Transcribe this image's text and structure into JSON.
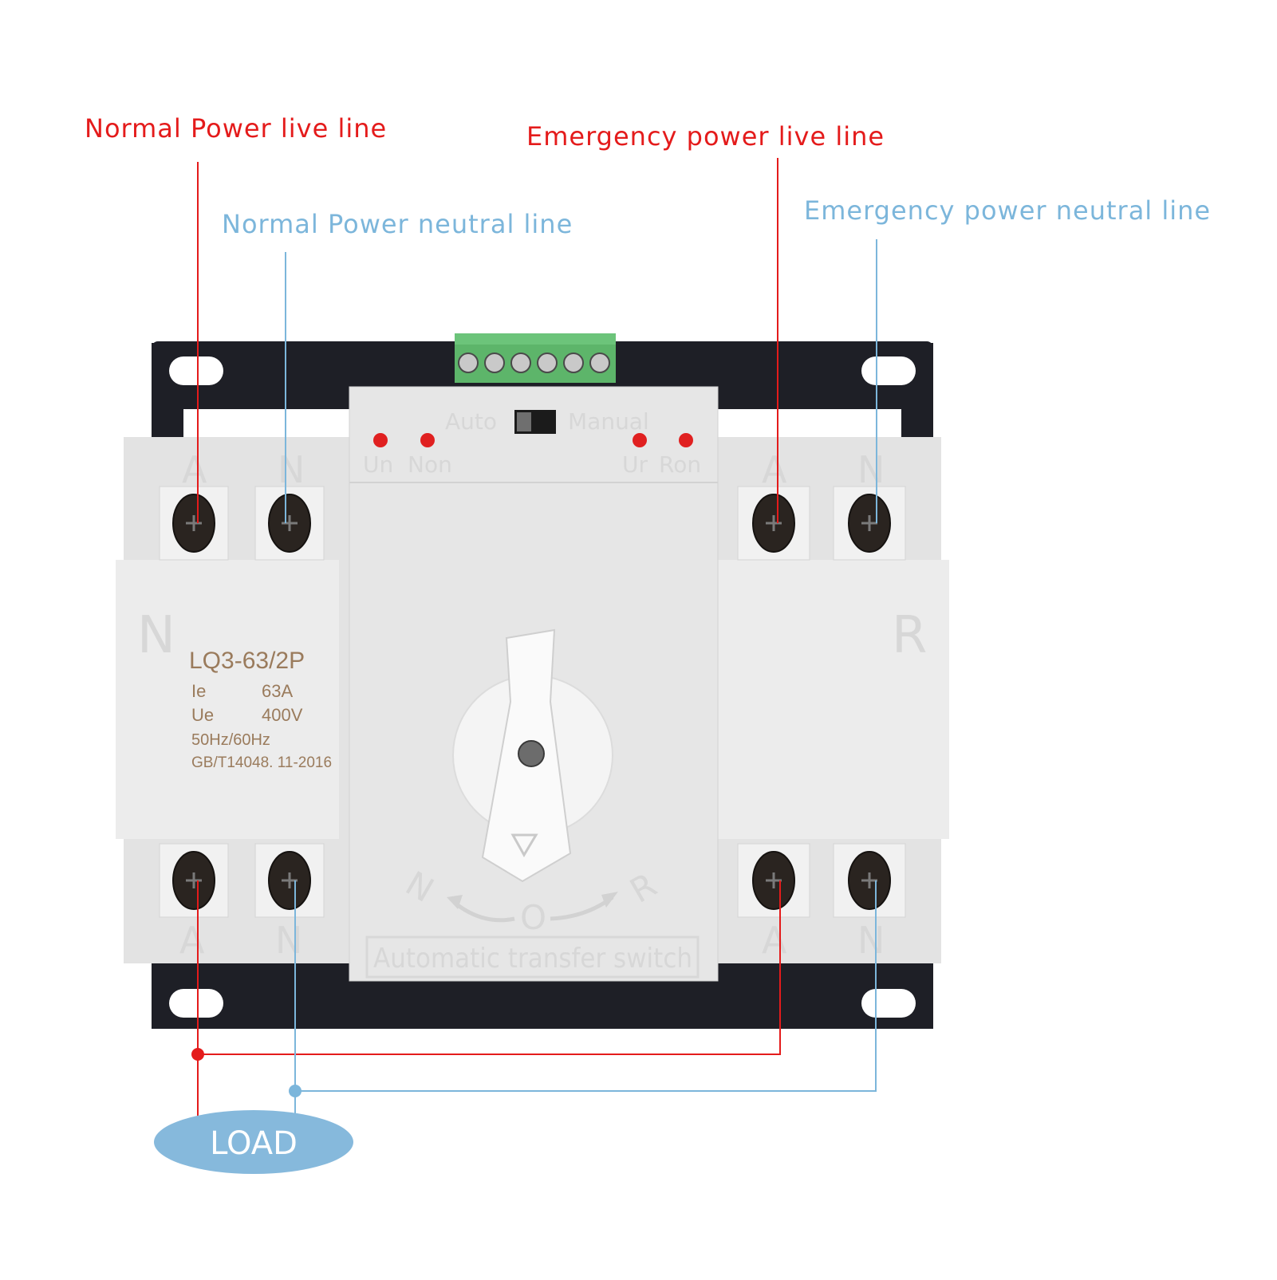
{
  "callouts": {
    "normal_live": "Normal Power live line",
    "emergency_live": "Emergency power live line",
    "normal_neutral": "Normal Power neutral line",
    "emergency_neutral": "Emergency power neutral line"
  },
  "load_label": "LOAD",
  "device": {
    "model": "LQ3-63/2P",
    "ie_label": "Ie",
    "ie_value": "63A",
    "ue_label": "Ue",
    "ue_value": "400V",
    "frequency": "50Hz/60Hz",
    "standard": "GB/T14048. 11-2016",
    "side_left": "N",
    "side_right": "R",
    "terminal_a": "A",
    "terminal_n": "N",
    "mode_auto": "Auto",
    "mode_manual": "Manual",
    "ind_un": "Un",
    "ind_non": "Non",
    "ind_ur": "Ur",
    "ind_ron": "Ron",
    "dial_n": "N",
    "dial_o": "O",
    "dial_r": "R",
    "bottom_label": "Automatic transfer switch"
  },
  "colors": {
    "live": "#e41b1b",
    "neutral": "#7cb6db",
    "housing": "#e6e6e6",
    "base_plate": "#1e1f26",
    "terminal_block": "#5db56a"
  }
}
